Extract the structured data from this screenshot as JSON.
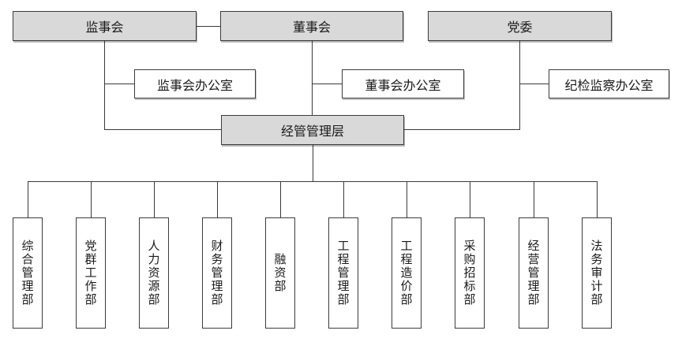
{
  "org": {
    "supervisory_board": "监事会",
    "board_of_directors": "董事会",
    "party_committee": "党委",
    "supervisory_board_office": "监事会办公室",
    "board_office": "董事会办公室",
    "discipline_inspection_office": "纪检监察办公室",
    "management_layer": "经管管理层",
    "departments": [
      "综合管理部",
      "党群工作部",
      "人力资源部",
      "财务管理部",
      "融资部",
      "工程管理部",
      "工程造价部",
      "采购招标部",
      "经营管理部",
      "法务审计部"
    ]
  },
  "colors": {
    "box_fill_gray": "#d9d9d9",
    "box_fill_white": "#ffffff",
    "box_border": "#3c3c3c",
    "connector_line": "#3a3a3a",
    "background": "#ffffff"
  }
}
